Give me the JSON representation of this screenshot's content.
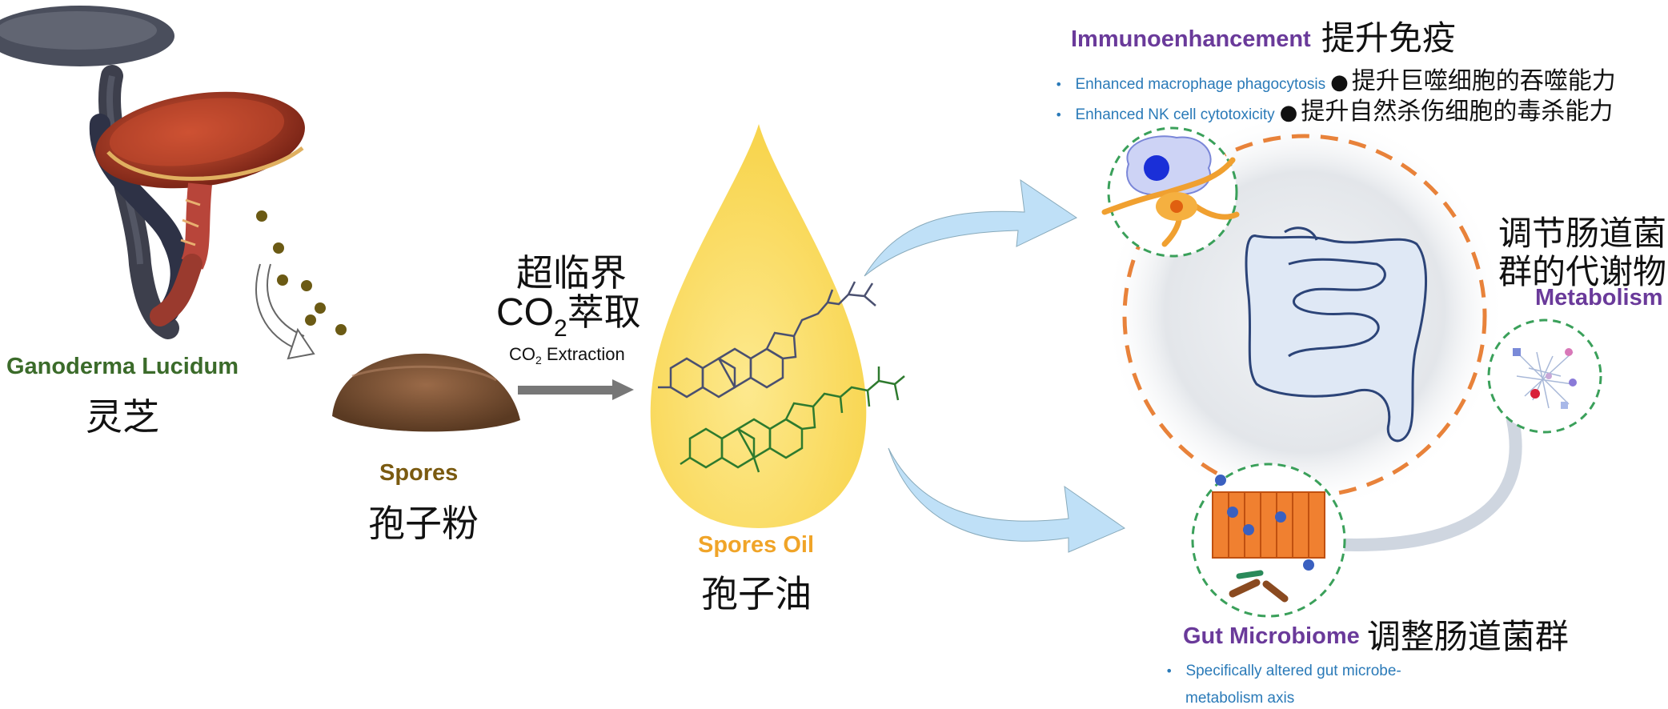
{
  "lingzhi": {
    "en": "Ganoderma Lucidum",
    "zh": "灵芝"
  },
  "spores": {
    "en": "Spores",
    "zh": "孢子粉"
  },
  "extraction": {
    "zh_top": "超临界",
    "zh_co": "CO",
    "zh_sub": "2",
    "zh_rest": "萃取",
    "en_co": "CO",
    "en_sub": "2",
    "en_rest": " Extraction"
  },
  "oil": {
    "en": "Spores Oil",
    "zh": "孢子油"
  },
  "immuno": {
    "title_en": "Immunoenhancement",
    "title_zh": "提升免疫",
    "items": [
      {
        "en": "Enhanced macrophage phagocytosis",
        "zh": "提升巨噬细胞的吞噬能力"
      },
      {
        "en": "Enhanced NK cell cytotoxicity",
        "zh": "提升自然杀伤细胞的毒杀能力"
      }
    ]
  },
  "metabolism": {
    "zh_line1": "调节肠道菌",
    "zh_line2": "群的代谢物",
    "en": "Metabolism"
  },
  "gut": {
    "title_en": "Gut Microbiome",
    "title_zh": "调整肠道菌群",
    "items": [
      {
        "line1": "Specifically altered gut microbe-",
        "line2": "metabolism axis"
      }
    ]
  },
  "colors": {
    "dashed_green": "#3aa05a",
    "dashed_orange": "#e8823a",
    "arrow_blue": "#bfe0f7",
    "oil_yellow": "#fbe07a"
  }
}
